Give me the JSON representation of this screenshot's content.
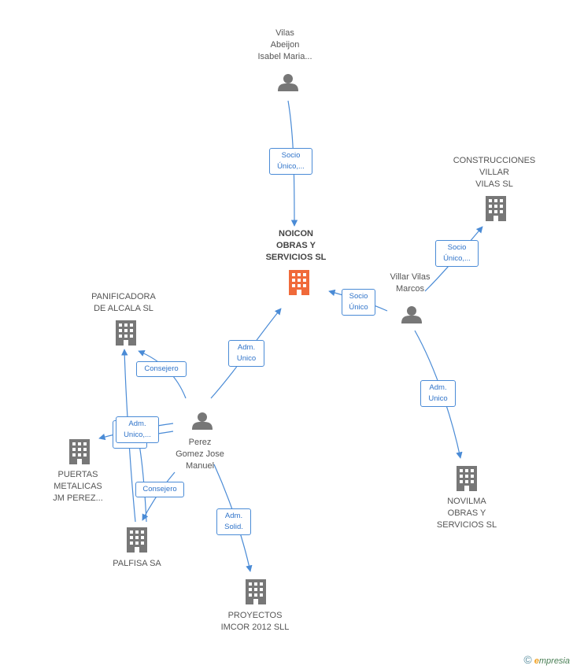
{
  "colors": {
    "edge": "#4a8bd6",
    "node": "#777777",
    "focus": "#f06a3a"
  },
  "nodes": {
    "vilas": {
      "type": "person",
      "lines": [
        "Vilas",
        "Abeijon",
        "Isabel Maria..."
      ]
    },
    "noicon": {
      "type": "company-main",
      "lines": [
        "NOICON",
        "OBRAS Y",
        "SERVICIOS  SL"
      ]
    },
    "construcciones": {
      "type": "company",
      "lines": [
        "CONSTRUCCIONES",
        "VILLAR",
        "VILAS SL"
      ]
    },
    "villar": {
      "type": "person",
      "lines": [
        "Villar Vilas",
        "Marcos"
      ]
    },
    "panificadora": {
      "type": "company",
      "lines": [
        "PANIFICADORA",
        "DE ALCALA SL"
      ]
    },
    "perez": {
      "type": "person",
      "lines": [
        "Perez",
        "Gomez Jose",
        "Manuel"
      ]
    },
    "puertas": {
      "type": "company",
      "lines": [
        "PUERTAS",
        "METALICAS",
        "JM PEREZ..."
      ]
    },
    "palfisa": {
      "type": "company",
      "lines": [
        "PALFISA SA"
      ]
    },
    "novilma": {
      "type": "company",
      "lines": [
        "NOVILMA",
        "OBRAS Y",
        "SERVICIOS SL"
      ]
    },
    "proyectos": {
      "type": "company",
      "lines": [
        "PROYECTOS",
        "IMCOR 2012 SLL"
      ]
    }
  },
  "edges": {
    "vilas_noicon": [
      "Socio",
      "Único,..."
    ],
    "villar_construcciones": [
      "Socio",
      "Único,..."
    ],
    "villar_noicon": [
      "Socio",
      "Único"
    ],
    "perez_noicon": [
      "Adm.",
      "Unico"
    ],
    "villar_novilma": [
      "Adm.",
      "Unico"
    ],
    "perez_panificadora": [
      "Consejero"
    ],
    "perez_puertas": [
      "Adm.",
      "Unico,..."
    ],
    "perez_palfisa": [
      "Consejero"
    ],
    "perez_proyectos": [
      "Adm.",
      "Solid."
    ]
  },
  "footer": {
    "copyright": "©",
    "brand_e": "e",
    "brand_rest": "mpresia"
  }
}
